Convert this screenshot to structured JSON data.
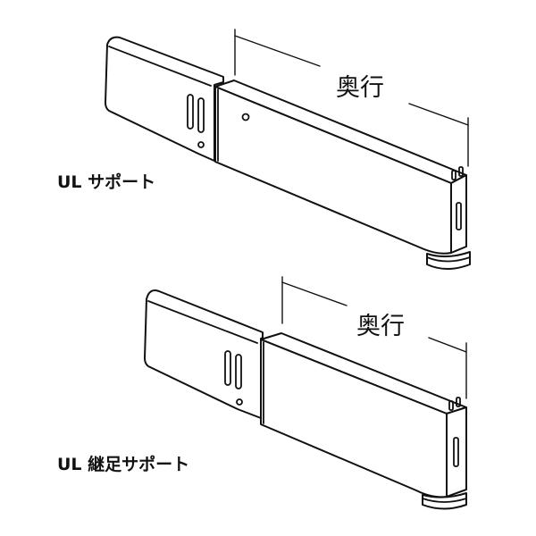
{
  "figures": [
    {
      "product_label": "UL サポート",
      "dimension_label": "奥行"
    },
    {
      "product_label": "UL 継足サポート",
      "dimension_label": "奥行"
    }
  ],
  "colors": {
    "line": "#111111",
    "background": "#ffffff"
  }
}
